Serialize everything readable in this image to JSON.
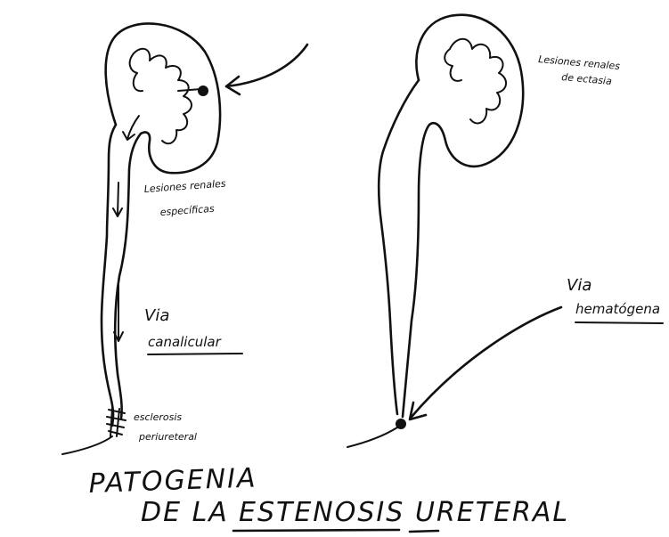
{
  "left_diagram": {
    "label_lesions": [
      "Lesiones renales",
      "específicas"
    ],
    "label_route": [
      "Via",
      "canalicular"
    ],
    "label_sclerosis": [
      "esclerosis",
      "periureteral"
    ]
  },
  "right_diagram": {
    "label_lesions": [
      "Lesiones renales",
      "de ectasia"
    ],
    "label_route": [
      "Via",
      "hematógena"
    ]
  },
  "title": {
    "line1": "PATOGENIA",
    "line2_words": [
      "DE LA",
      "ESTENOSIS",
      "URETERAL"
    ]
  }
}
